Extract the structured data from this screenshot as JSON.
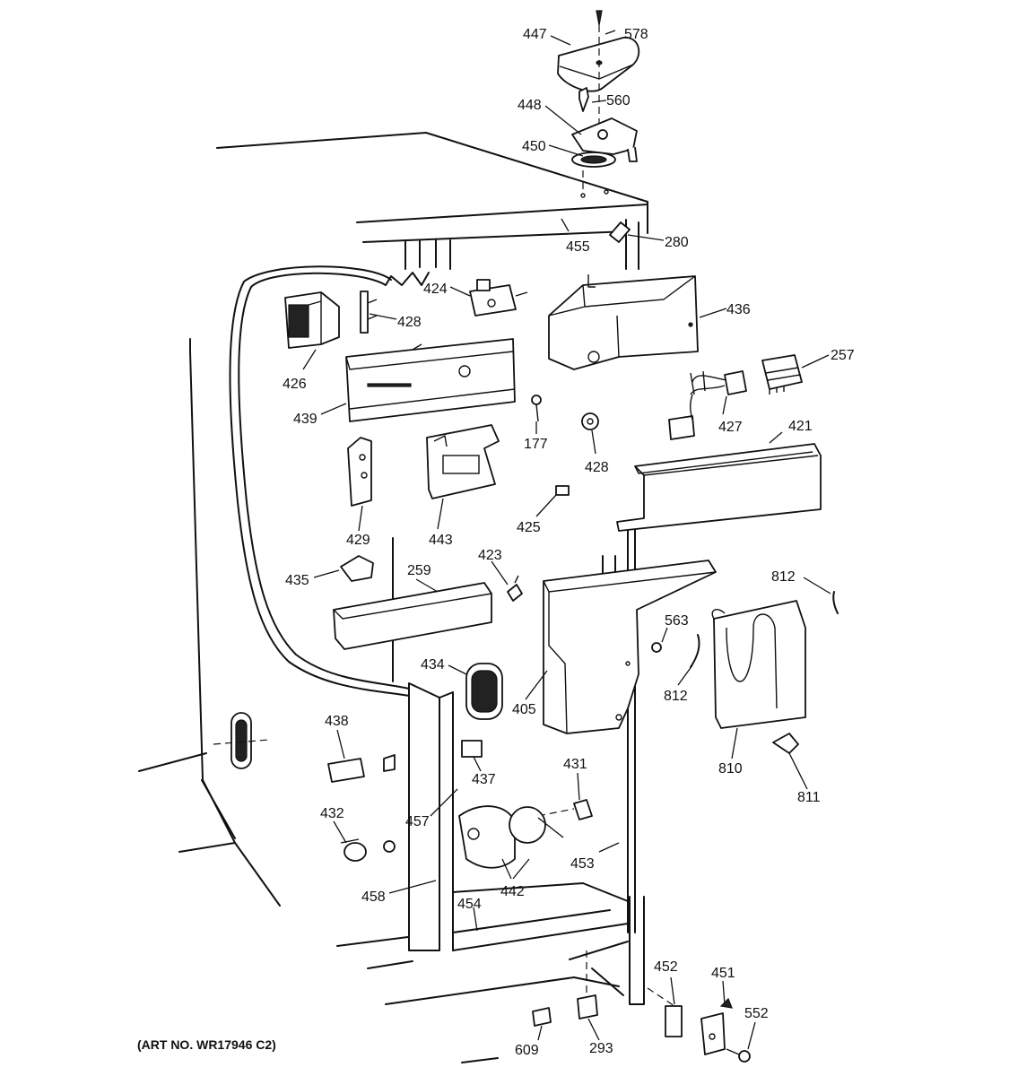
{
  "art_number": "(ART NO. WR17946 C2)",
  "part_labels": {
    "p578": "578",
    "p447": "447",
    "p560": "560",
    "p448": "448",
    "p450": "450",
    "p455": "455",
    "p280": "280",
    "p424": "424",
    "p428a": "428",
    "p426": "426",
    "p436": "436",
    "p257": "257",
    "p439": "439",
    "p177": "177",
    "p427": "427",
    "p428b": "428",
    "p421": "421",
    "p429": "429",
    "p443": "443",
    "p425": "425",
    "p423": "423",
    "p259": "259",
    "p435": "435",
    "p812a": "812",
    "p563": "563",
    "p812b": "812",
    "p434": "434",
    "p405": "405",
    "p438": "438",
    "p437": "437",
    "p431": "431",
    "p810": "810",
    "p811": "811",
    "p432": "432",
    "p457": "457",
    "p453": "453",
    "p442": "442",
    "p458": "458",
    "p454": "454",
    "p452": "452",
    "p451": "451",
    "p552": "552",
    "p609": "609",
    "p293": "293"
  }
}
